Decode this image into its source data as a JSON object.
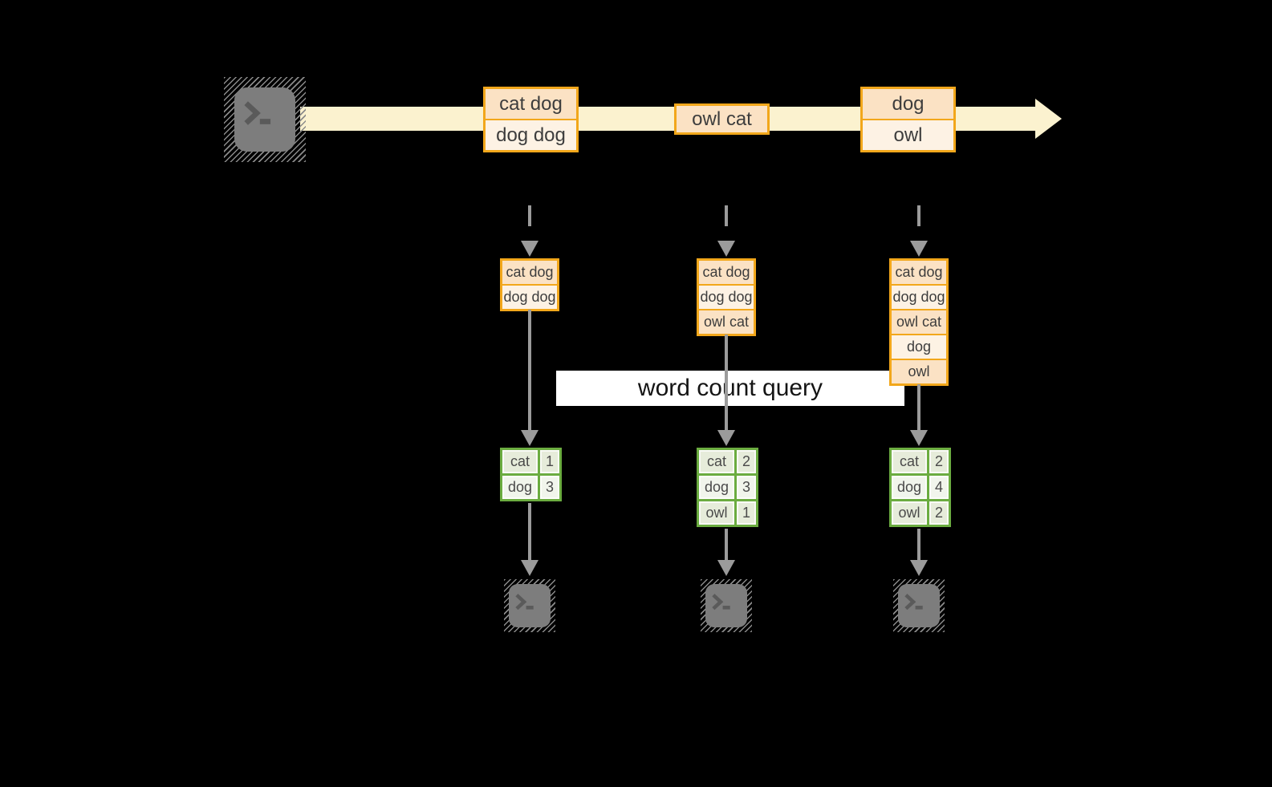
{
  "query_label": "word count query",
  "stream": {
    "source_icon": "terminal-icon",
    "events": [
      {
        "rows": [
          "cat dog",
          "dog dog"
        ]
      },
      {
        "rows": [
          "owl cat"
        ]
      },
      {
        "rows": [
          "dog",
          "owl"
        ]
      }
    ]
  },
  "columns": [
    {
      "batch_rows": [
        "cat dog",
        "dog dog"
      ],
      "counts": [
        {
          "word": "cat",
          "count": "1"
        },
        {
          "word": "dog",
          "count": "3"
        }
      ],
      "sink_icon": "terminal-icon"
    },
    {
      "batch_rows": [
        "cat dog",
        "dog dog",
        "owl cat"
      ],
      "counts": [
        {
          "word": "cat",
          "count": "2"
        },
        {
          "word": "dog",
          "count": "3"
        },
        {
          "word": "owl",
          "count": "1"
        }
      ],
      "sink_icon": "terminal-icon"
    },
    {
      "batch_rows": [
        "cat dog",
        "dog dog",
        "owl cat",
        "dog",
        "owl"
      ],
      "counts": [
        {
          "word": "cat",
          "count": "2"
        },
        {
          "word": "dog",
          "count": "4"
        },
        {
          "word": "owl",
          "count": "2"
        }
      ],
      "sink_icon": "terminal-icon"
    }
  ],
  "colors": {
    "accent_amber": "#F2A71B",
    "event_fill_dark": "#FBE2C4",
    "event_fill_light": "#FDF2E4",
    "stream_band": "#FBF2CF",
    "table_green": "#6BAC40",
    "table_cell_dark": "#E6ECDA",
    "table_cell_light": "#F1F5EC",
    "arrow_gray": "#9B9B9B",
    "terminal_gray": "#7D7D7D",
    "query_box_bg": "#FFFFFF",
    "background": "#000000"
  }
}
